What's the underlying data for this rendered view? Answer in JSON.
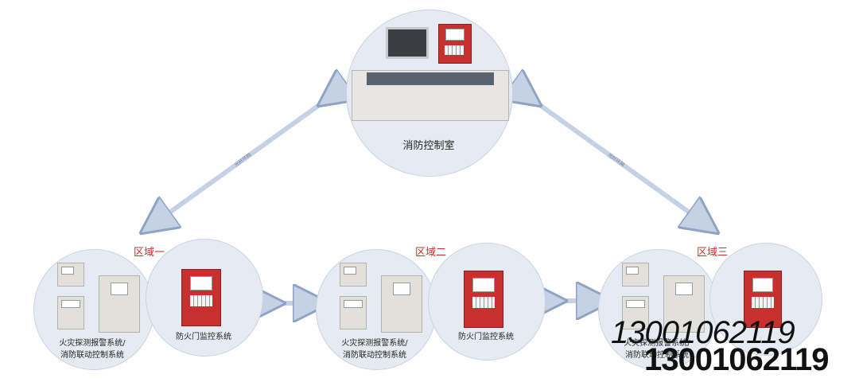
{
  "diagram": {
    "center_node": {
      "label": "消防控制室"
    },
    "regions": [
      {
        "title": "区域一",
        "left_label": "火灾探测报警系统/消防联动控制系统",
        "right_label": "防火门监控系统"
      },
      {
        "title": "区域二",
        "left_label": "火灾探测报警系统/消防联动控制系统",
        "right_label": "防火门监控系统"
      },
      {
        "title": "区域三",
        "left_label": "火灾探测报警系统/消防联动控制系统",
        "right_label": ""
      }
    ],
    "connection_labels": [
      "光纤环网",
      "光纤环网"
    ],
    "accent_colors": {
      "region_title": "#c8312c",
      "node_fill": "#e6ebf3",
      "arrow": "#c5d2e6",
      "panel_red": "#c83030"
    }
  },
  "watermark": {
    "phone": "13001062119",
    "phone_bold": "13001062119"
  }
}
